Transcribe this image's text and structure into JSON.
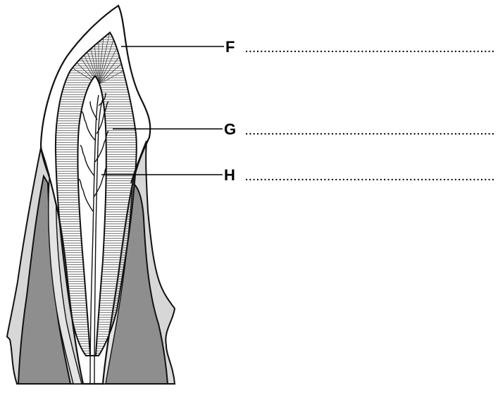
{
  "labels": [
    {
      "letter": "F"
    },
    {
      "letter": "G"
    },
    {
      "letter": "H"
    }
  ],
  "colors": {
    "gum_light": "#d7d7d7",
    "bone_dark": "#8e8e8e",
    "enamel": "#ffffff",
    "outline": "#111111"
  }
}
